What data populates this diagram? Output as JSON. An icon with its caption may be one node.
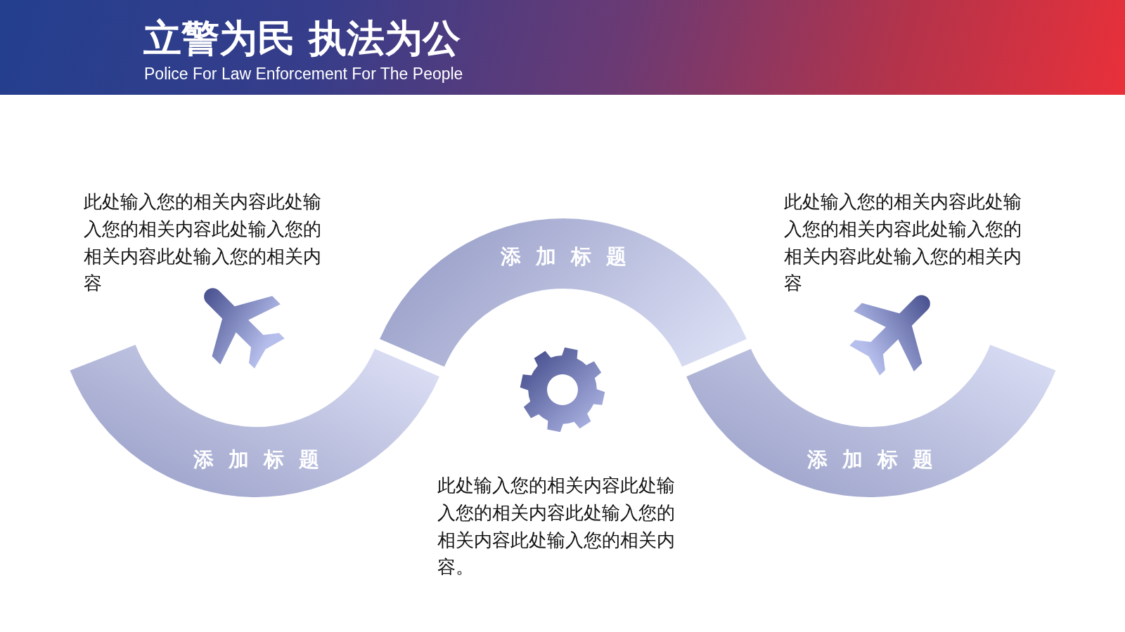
{
  "diagram": {
    "title": "立警为民 执法为公",
    "nodes": [
      {
        "text": [
          "添加标题"
        ]
      },
      {
        "text": [
          "添加标题"
        ]
      },
      {
        "text": [
          "添加标题"
        ]
      }
    ],
    "labels": [
      "Police For Law Enforcement For The People",
      "此处输入您的相关内容此处输入您的相关内容此处输入您的相关内容此处输入您的相关内容",
      "此处输入您的相关内容此处输入您的相关内容此处输入您的相关内容此处输入您的相关内容",
      "此处输入您的相关内容此处输入您的相关内容此处输入您的相关内容此处输入您的相关内容。"
    ]
  }
}
